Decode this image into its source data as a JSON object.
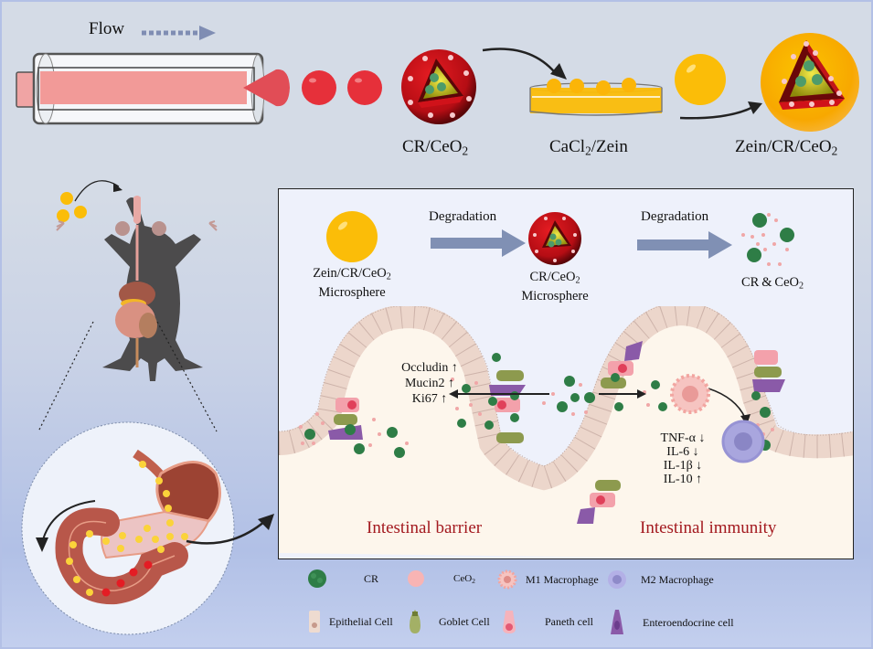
{
  "top_row": {
    "flow_label": "Flow",
    "cr_ceo2_label_base": "CR/CeO",
    "cr_ceo2_label_sub": "2",
    "cacl2_label_a": "CaCl",
    "cacl2_label_sub": "2",
    "cacl2_label_b": "/Zein",
    "zein_label_base": "Zein/CR/CeO",
    "zein_label_sub": "2"
  },
  "panel": {
    "stage1_line1_base": "Zein/CR/CeO",
    "stage1_line1_sub": "2",
    "stage1_line2": "Microsphere",
    "arrow1_label": "Degradation",
    "stage2_line1_base": "CR/CeO",
    "stage2_line1_sub": "2",
    "stage2_line2": "Microsphere",
    "arrow2_label": "Degradation",
    "stage3_base": "CR & CeO",
    "stage3_sub": "2",
    "barrier_markers": [
      "Occludin ↑",
      "Mucin2 ↑",
      "Ki67 ↑"
    ],
    "immunity_markers": [
      "TNF-α ↓",
      "IL-6 ↓",
      "IL-1β ↓",
      "IL-10 ↑"
    ],
    "barrier_title": "Intestinal barrier",
    "immunity_title": "Intestinal immunity"
  },
  "legend": {
    "items": [
      {
        "label": "CR",
        "icon": "cr-cluster-icon"
      },
      {
        "label_base": "CeO",
        "label_sub": "2",
        "icon": "ceo2-particle-icon"
      },
      {
        "label": "M1 Macrophage",
        "icon": "m1-macrophage-icon"
      },
      {
        "label": "M2 Macrophage",
        "icon": "m2-macrophage-icon"
      },
      {
        "label": "Epithelial Cell",
        "icon": "epithelial-cell-icon"
      },
      {
        "label": "Goblet Cell",
        "icon": "goblet-cell-icon"
      },
      {
        "label": "Paneth cell",
        "icon": "paneth-cell-icon"
      },
      {
        "label": "Enteroendocrine cell",
        "icon": "enteroendocrine-cell-icon"
      }
    ]
  },
  "colors": {
    "background_top": "#d4dbe6",
    "background_bottom": "#b1c0e6",
    "panel_bg": "#eef1fb",
    "lumen": "#fdf6ec",
    "epithelium": "#ecd6cb",
    "zein_yellow": "#fbbd08",
    "microsphere_red": "#e0202a",
    "cr_green": "#2e7d46",
    "ceo2_pink": "#f3a6a6",
    "arrow_blue": "#8090b4",
    "title_red": "#a3191f"
  }
}
